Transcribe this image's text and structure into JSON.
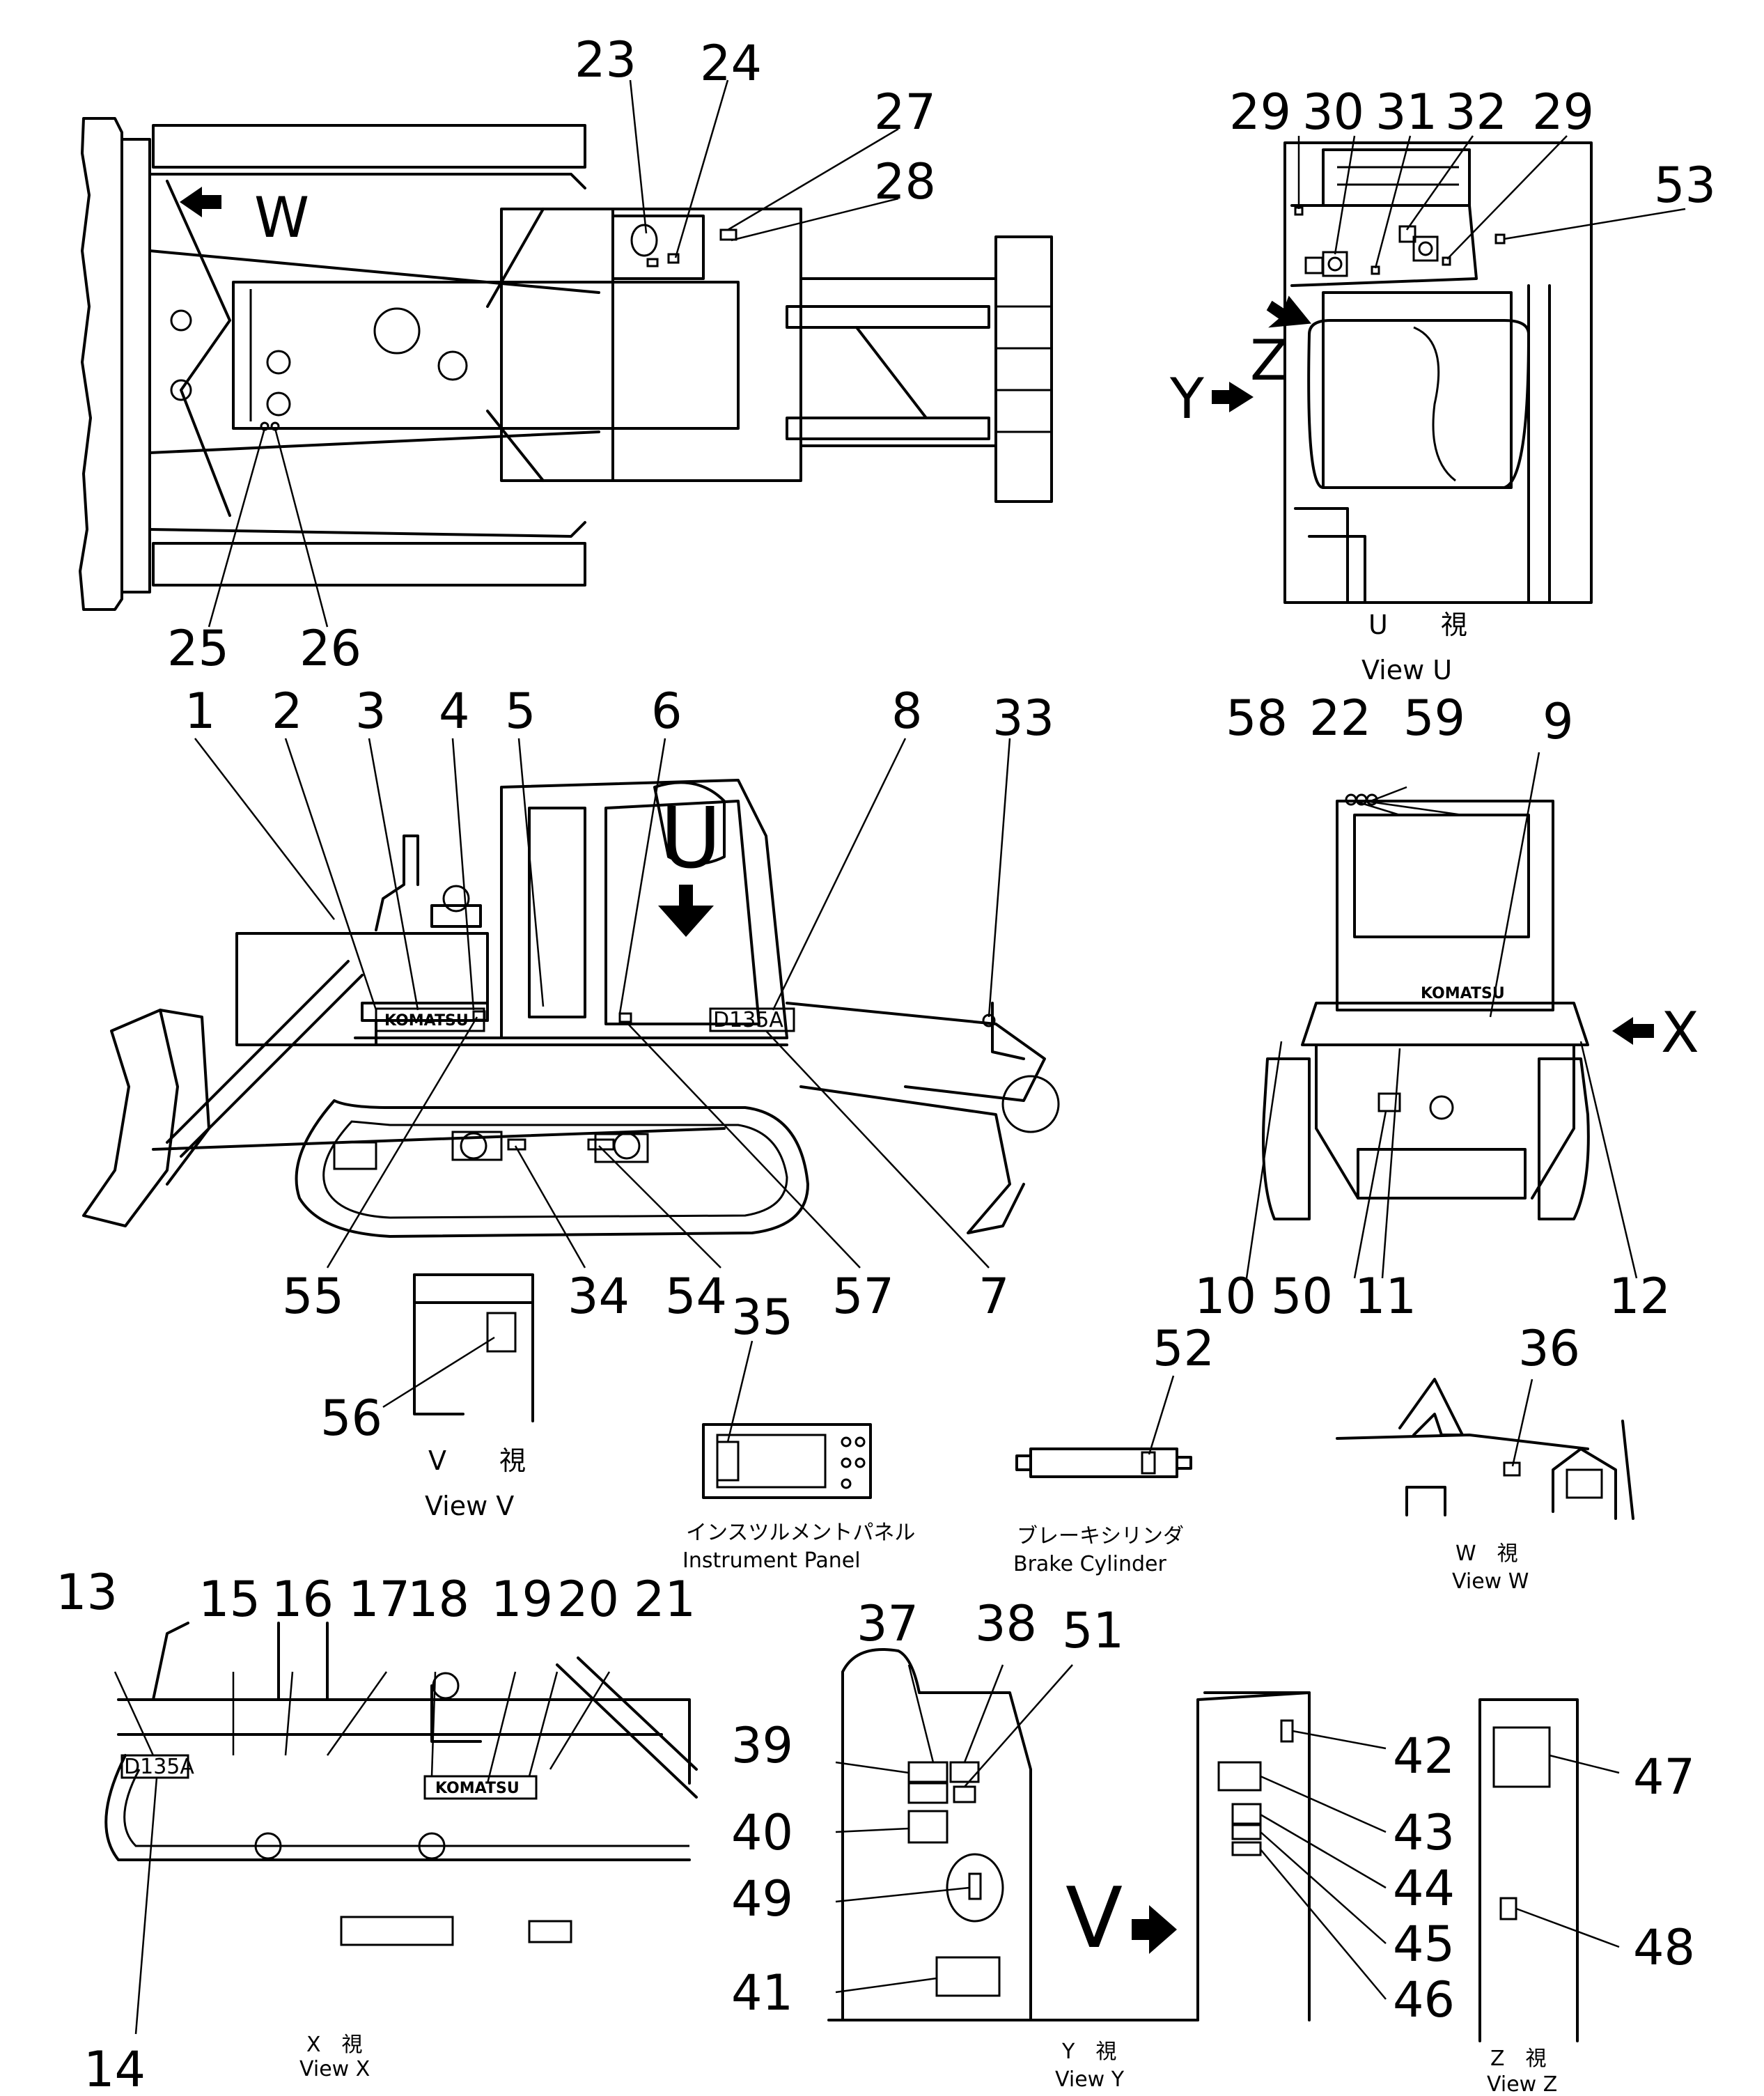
{
  "plates": {
    "komatsu": "KOMATSU",
    "model": "D135A"
  },
  "views": {
    "u": {
      "jp": "U　　視",
      "en": "View  U"
    },
    "v": {
      "jp": "V　　視",
      "en": "View  V"
    },
    "w": {
      "jp": "W　視",
      "en": "View  W"
    },
    "x": {
      "jp": "X　視",
      "en": "View  X"
    },
    "y": {
      "jp": "Y　視",
      "en": "View  Y"
    },
    "z": {
      "jp": "Z　視",
      "en": "View  Z"
    },
    "instrument": {
      "jp": "インスツルメントパネル",
      "en": "Instrument  Panel"
    },
    "brake": {
      "jp": "ブレーキシリンダ",
      "en": "Brake  Cylinder"
    }
  },
  "arrows": {
    "w": "W",
    "u": "U",
    "x": "X",
    "y": "Y",
    "z": "Z",
    "v": "V"
  },
  "callouts": {
    "c1": "1",
    "c2": "2",
    "c3": "3",
    "c4": "4",
    "c5": "5",
    "c6": "6",
    "c7": "7",
    "c8": "8",
    "c9": "9",
    "c10": "10",
    "c11": "11",
    "c12": "12",
    "c13": "13",
    "c14": "14",
    "c15": "15",
    "c16": "16",
    "c17": "17",
    "c18": "18",
    "c19": "19",
    "c20": "20",
    "c21": "21",
    "c22": "22",
    "c23": "23",
    "c24": "24",
    "c25": "25",
    "c26": "26",
    "c27": "27",
    "c28": "28",
    "c29a": "29",
    "c29b": "29",
    "c30": "30",
    "c31": "31",
    "c32": "32",
    "c33": "33",
    "c34": "34",
    "c35": "35",
    "c36": "36",
    "c37": "37",
    "c38": "38",
    "c39": "39",
    "c40": "40",
    "c41": "41",
    "c42": "42",
    "c43": "43",
    "c44": "44",
    "c45": "45",
    "c46": "46",
    "c47": "47",
    "c48": "48",
    "c49": "49",
    "c50": "50",
    "c51": "51",
    "c52": "52",
    "c53": "53",
    "c54": "54",
    "c55": "55",
    "c56": "56",
    "c57": "57",
    "c58": "58",
    "c59": "59"
  }
}
